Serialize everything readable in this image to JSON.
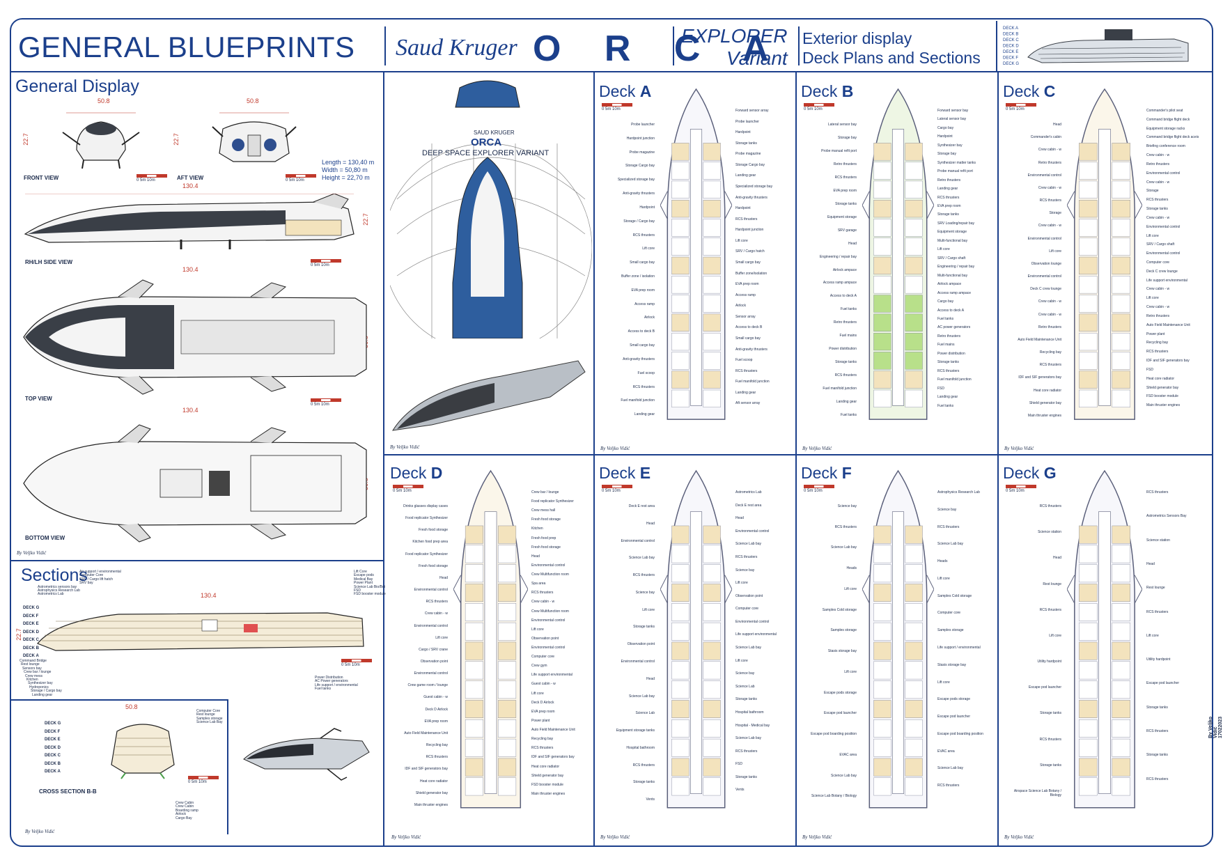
{
  "header": {
    "title": "GENERAL BLUEPRINTS",
    "brand": "Saud Kruger",
    "ship_name": "O R C A",
    "variant_line1": "EXPLORER",
    "variant_line2": "Variant",
    "info_line1": "Exterior display",
    "info_line2": "Deck Plans and Sections",
    "deck_legend": [
      "DECK A",
      "DECK B",
      "DECK C",
      "DECK D",
      "DECK E",
      "DECK F",
      "DECK G"
    ]
  },
  "general_display": {
    "title": "General Display",
    "front_view": {
      "label": "FRONT VIEW",
      "width": "50.8",
      "height": "22.7"
    },
    "aft_view": {
      "label": "AFT VIEW",
      "width": "50.8",
      "height": "22.7"
    },
    "specs": {
      "length": "Length = 130,40 m",
      "width": "Width   =   50,80 m",
      "height": "Height =   22,70 m"
    },
    "side_view": {
      "label": "RH/LH SIDE VIEW",
      "length": "130.4",
      "height": "22.7"
    },
    "top_view": {
      "label": "TOP VIEW",
      "length": "130.4",
      "width": "50.8"
    },
    "bottom_view": {
      "label": "BOTTOM VIEW",
      "length": "130.4",
      "width": "50.8"
    },
    "scale": {
      "s0": "0",
      "s1": "5m",
      "s2": "10m"
    },
    "credit": "By Veljko Vidić"
  },
  "promo": {
    "maker": "SAUD KRUGER",
    "name": "ORCA",
    "subtitle": "DEEP SPACE EXPLORER VARIANT",
    "credit": "By Veljko Vidić"
  },
  "sections": {
    "title": "Sections",
    "length": "130.4",
    "height": "22.7",
    "cross_label": "CROSS SECTION B-B",
    "cross_width": "50.8",
    "deck_rows": [
      "DECK G",
      "DECK F",
      "DECK E",
      "DECK D",
      "DECK C",
      "DECK B",
      "DECK A"
    ],
    "labels_top": [
      "Air support / environmental",
      "Computer Core",
      "SRV / Cargo lift hatch",
      "SRV bay",
      "Astrometrics sensors bay",
      "Astrophysics Research Lab",
      "Astrometrics Lab"
    ],
    "labels_right": [
      "Lift Core",
      "Escape pods",
      "Medical Bay",
      "Power Plant",
      "Science Lab Bio/Bot",
      "FSD",
      "FSD booster module"
    ],
    "labels_bottom": [
      "Command Bridge",
      "Rest lounge",
      "Sensors bay",
      "Crew bar / lounge",
      "Crew mess",
      "Kitchen",
      "Synthesizer bay",
      "Hydroponics",
      "Storage / Cargo bay",
      "Landing gear"
    ],
    "labels_bottom_right": [
      "Power Distribution",
      "AC Power generators",
      "Life support / environmental",
      "Fuel tanks"
    ],
    "cross_labels": [
      "Computer Core",
      "Rest lounge",
      "Samples storage",
      "Science Lab Bay",
      "Crew Cabin",
      "Crew Cabin",
      "Boarding ramp",
      "Airlock",
      "Cargo Bay"
    ],
    "credit": "By Veljko Vidić"
  },
  "decks": [
    {
      "name": "Deck ",
      "letter": "A",
      "credit": "By Veljko Vidić",
      "labels_left": [
        "Probe launcher",
        "Hardpoint junction",
        "Probe magazine",
        "Storage Cargo bay",
        "Specialized storage bay",
        "Anti-gravity thrusters",
        "Hardpoint",
        "Storage / Cargo bay",
        "RCS thrusters",
        "Lift core",
        "Small cargo bay",
        "Buffer zone / isolation",
        "EVA prep room",
        "Access ramp",
        "Airlock",
        "Access to deck B",
        "Small cargo bay",
        "Anti-gravity thrusters",
        "Fuel scoop",
        "RCS thrusters",
        "Fuel manifold junction",
        "Landing gear"
      ],
      "labels_right": [
        "Forward sensor array",
        "Probe launcher",
        "Hardpoint",
        "Storage tanks",
        "Probe magazine",
        "Storage Cargo bay",
        "Landing gear",
        "Specialized storage bay",
        "Anti-gravity thrusters",
        "Hardpoint",
        "RCS thrusters",
        "Hardpoint junction",
        "Lift core",
        "SRV / Cargo hatch",
        "Small cargo bay",
        "Buffer zone/isolation",
        "EVA prep room",
        "Access ramp",
        "Airlock",
        "Sensor array",
        "Access to deck B",
        "Small cargo bay",
        "Anti-gravity thrusters",
        "Fuel scoop",
        "RCS thrusters",
        "Fuel manifold junction",
        "Landing gear",
        "Aft sensor array"
      ]
    },
    {
      "name": "Deck ",
      "letter": "B",
      "credit": "By Veljko Vidić",
      "labels_left": [
        "Lateral sensor bay",
        "Storage bay",
        "Probe manual refit port",
        "Retro thrusters",
        "RCS thrusters",
        "EVA prep room",
        "Storage tanks",
        "Equipment storage",
        "SRV garage",
        "Head",
        "Engineering / repair bay",
        "Airlock ampace",
        "Access ramp ampace",
        "Access to deck A",
        "Fuel tanks",
        "Retro thrusters",
        "Fuel mains",
        "Power distribution",
        "Storage tanks",
        "RCS thrusters",
        "Fuel manifold junction",
        "Landing gear",
        "Fuel tanks"
      ],
      "labels_right": [
        "Forward sensor bay",
        "Lateral sensor bay",
        "Cargo bay",
        "Hardpoint",
        "Synthesizer bay",
        "Storage bay",
        "Synthesizer matter tanks",
        "Probe manual refit port",
        "Retro thrusters",
        "Landing gear",
        "RCS thrusters",
        "EVA prep room",
        "Storage tanks",
        "SRV Loading/repair bay",
        "Equipment storage",
        "Multi-functional bay",
        "Lift core",
        "SRV / Cargo shaft",
        "Engineering / repair bay",
        "Multi-functional bay",
        "Airlock ampace",
        "Access ramp ampace",
        "Cargo bay",
        "Access to deck A",
        "Fuel tanks",
        "AC power generators",
        "Retro thrusters",
        "Fuel mains",
        "Power distribution",
        "Storage tanks",
        "RCS thrusters",
        "Fuel manifold junction",
        "FSD",
        "Landing gear",
        "Fuel tanks"
      ]
    },
    {
      "name": "Deck ",
      "letter": "C",
      "credit": "By Veljko Vidić",
      "labels_left": [
        "Head",
        "Commander's cabin",
        "Crew cabin - w",
        "Retro thrusters",
        "Environmental control",
        "Crew cabin - w",
        "RCS thrusters",
        "Storage",
        "Crew cabin - w",
        "Environmental control",
        "Lift core",
        "Observation lounge",
        "Environmental control",
        "Deck C crew lounge",
        "Crew cabin - w",
        "Crew cabin - w",
        "Retro thrusters",
        "Auto Field Maintenance Unit",
        "Recycling bay",
        "RCS thrusters",
        "IDF and SIF generators bay",
        "Heat core radiator",
        "Shield generator bay",
        "Main thruster engines"
      ],
      "labels_right": [
        "Commander's pilot seat",
        "Command bridge flight deck",
        "Equipment storage racks",
        "Command bridge flight deck aceis",
        "Briefing conference room",
        "Crew cabin - w",
        "Retro thrusters",
        "Environmental control",
        "Crew cabin - w",
        "Storage",
        "RCS thrusters",
        "Storage tanks",
        "Crew cabin - w",
        "Environmental control",
        "Lift core",
        "SRV / Cargo shaft",
        "Environmental control",
        "Computer core",
        "Deck C crew lounge",
        "Life support environmental",
        "Crew cabin - w",
        "Lift core",
        "Crew cabin - w",
        "Retro thrusters",
        "Auto Field Maintenance Unit",
        "Power plant",
        "Recycling bay",
        "RCS thrusters",
        "IDF and SIF generators bay",
        "FSD",
        "Heat core radiator",
        "Shield generator bay",
        "FSD booster module",
        "Main thruster engines"
      ]
    },
    {
      "name": "Deck ",
      "letter": "D",
      "credit": "By Veljko Vidić",
      "labels_left": [
        "Drinks glasses display cases",
        "Food replicator Synthesizer",
        "Fresh food storage",
        "Kitchen food prep area",
        "Food replicator Synthesizer",
        "Fresh food storage",
        "Head",
        "Environmental control",
        "RCS thrusters",
        "Crew cabin - w",
        "Environmental control",
        "Lift core",
        "Cargo / SRV crane",
        "Observation point",
        "Environmental control",
        "Crew game room / lounge",
        "Guest cabin - w",
        "Deck D Airlock",
        "EVA prep room",
        "Auto Field Maintenance Unit",
        "Recycling bay",
        "RCS thrusters",
        "IDF and SIF generators bay",
        "Heat core radiator",
        "Shield generator bay",
        "Main thruster engines"
      ],
      "labels_right": [
        "Crew bar / lounge",
        "Food replicator Synthesizer",
        "Crew mess hall",
        "Fresh food storage",
        "Kitchen",
        "Fresh food prep",
        "Fresh food storage",
        "Head",
        "Environmental control",
        "Crew Multifunction room",
        "Spa area",
        "RCS thrusters",
        "Crew cabin - w",
        "Crew Multifunction room",
        "Environmental control",
        "Lift core",
        "Observation point",
        "Environmental control",
        "Computer core",
        "Crew gym",
        "Life support environmental",
        "Guest cabin - w",
        "Lift core",
        "Deck D Airlock",
        "EVA prep room",
        "Power plant",
        "Auto Field Maintenance Unit",
        "Recycling bay",
        "RCS thrusters",
        "IDF and SIF generators bay",
        "Heat core radiator",
        "Shield generator bay",
        "FSD booster module",
        "Main thruster engines"
      ]
    },
    {
      "name": "Deck ",
      "letter": "E",
      "credit": "By Veljko Vidić",
      "labels_left": [
        "Deck E rest area",
        "Head",
        "Environmental control",
        "Science Lab bay",
        "RCS thrusters",
        "Science bay",
        "Lift core",
        "Storage tanks",
        "Observation point",
        "Environmental control",
        "Head",
        "Science Lab bay",
        "Science Lab",
        "Equipment storage tanks",
        "Hospital bathroom",
        "RCS thrusters",
        "Storage tanks",
        "Vents"
      ],
      "labels_right": [
        "Astrometrics Lab",
        "Deck E rest area",
        "Head",
        "Environmental control",
        "Science Lab bay",
        "RCS thrusters",
        "Science bay",
        "Lift core",
        "Observation point",
        "Computer core",
        "Environmental control",
        "Life support environmental",
        "Science Lab bay",
        "Lift core",
        "Science bay",
        "Science Lab",
        "Storage tanks",
        "Hospital bathroom",
        "Hospital - Medical bay",
        "Science Lab bay",
        "RCS thrusters",
        "FSD",
        "Storage tanks",
        "Vents"
      ]
    },
    {
      "name": "Deck ",
      "letter": "F",
      "credit": "By Veljko Vidić",
      "labels_left": [
        "Science bay",
        "RCS thrusters",
        "Science Lab bay",
        "Heads",
        "Lift core",
        "Samples Cold storage",
        "Samples storage",
        "Stasis storage bay",
        "Lift core",
        "Escape pods storage",
        "Escape pod launcher",
        "Escape pod boarding position",
        "EVAC area",
        "Science Lab bay",
        "Science Lab Botany / Biology"
      ],
      "labels_right": [
        "Astrophysics Research Lab",
        "Science bay",
        "RCS thrusters",
        "Science Lab bay",
        "Heads",
        "Lift core",
        "Samples Cold storage",
        "Computer core",
        "Samples storage",
        "Life support / environmental",
        "Stasis storage bay",
        "Lift core",
        "Escape pods storage",
        "Escape pod launcher",
        "Escape pod boarding position",
        "EVAC area",
        "Science Lab bay",
        "RCS thrusters"
      ]
    },
    {
      "name": "Deck ",
      "letter": "G",
      "credit": "By Veljko Vidić",
      "labels_left": [
        "RCS thrusters",
        "Science station",
        "Head",
        "Rest lounge",
        "RCS thrusters",
        "Lift core",
        "Utility hardpoint",
        "Escape pod launcher",
        "Storage tanks",
        "RCS thrusters",
        "Storage tanks",
        "Airspace Science Lab Botany / Biology"
      ],
      "labels_right": [
        "RCS thrusters",
        "Astrometrics Sensors Bay",
        "Science station",
        "Head",
        "Rest lounge",
        "RCS thrusters",
        "Lift core",
        "Utility hardpoint",
        "Escape pod launcher",
        "Storage tanks",
        "RCS thrusters",
        "Storage tanks",
        "RCS thrusters"
      ]
    }
  ],
  "side_credit": "By Veljko Vidić 17022023",
  "colors": {
    "brand_blue": "#1b3f8b",
    "dim_red": "#c0392b",
    "hull_dark": "#3a3f47",
    "hull_grey": "#9aa3ad",
    "green_bay": "#b8e08a",
    "cream_bay": "#f3e3bd"
  }
}
